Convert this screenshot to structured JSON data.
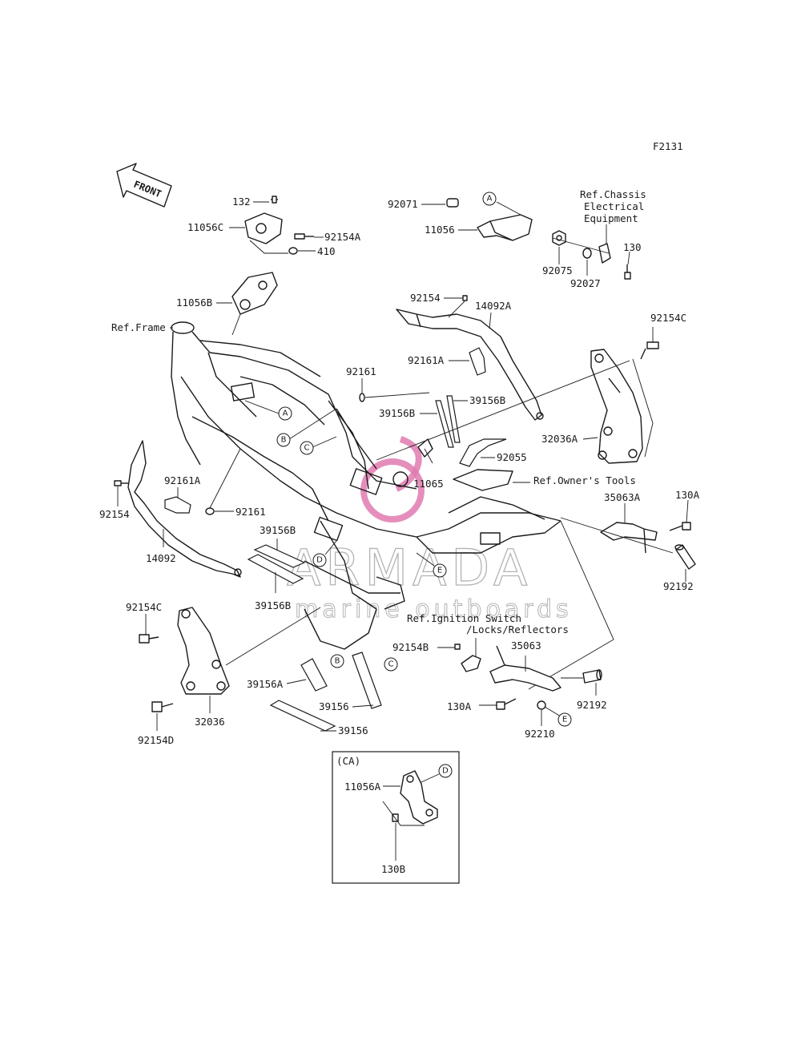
{
  "figure_code": "F2131",
  "front_arrow_label": "FRONT",
  "watermark": {
    "brand": "ARMADA",
    "tagline": "marine outboards",
    "accent_color": "#e07ab0"
  },
  "part_labels": {
    "p_132": "132",
    "p_11056C": "11056C",
    "p_92154A": "92154A",
    "p_410": "410",
    "p_11056B": "11056B",
    "p_92071": "92071",
    "p_11056": "11056",
    "p_92075": "92075",
    "p_92027": "92027",
    "p_130": "130",
    "p_92154_top": "92154",
    "p_14092A": "14092A",
    "p_92154C_right": "92154C",
    "p_92161A_top": "92161A",
    "p_92161_top": "92161",
    "p_39156B_1": "39156B",
    "p_39156B_2": "39156B",
    "p_32036A": "32036A",
    "p_92055": "92055",
    "p_11065": "11065",
    "p_92161A_left": "92161A",
    "p_92154_left": "92154",
    "p_92161_left": "92161",
    "p_39156B_3": "39156B",
    "p_14092": "14092",
    "p_39156B_4": "39156B",
    "p_35063A": "35063A",
    "p_130A_top": "130A",
    "p_92192_top": "92192",
    "p_92154C_left": "92154C",
    "p_92154B": "92154B",
    "p_35063": "35063",
    "p_39156A": "39156A",
    "p_39156_1": "39156",
    "p_130A_bottom": "130A",
    "p_92210": "92210",
    "p_92192_bottom": "92192",
    "p_32036": "32036",
    "p_92154D": "92154D",
    "p_39156_2": "39156",
    "p_11056A": "11056A",
    "p_130B": "130B"
  },
  "references": {
    "ref_frame": "Ref.Frame",
    "ref_chassis_line1": "Ref.Chassis",
    "ref_chassis_line2": "Electrical",
    "ref_chassis_line3": "Equipment",
    "ref_owners_tools": "Ref.Owner's Tools",
    "ref_ignition_line1": "Ref.Ignition Switch",
    "ref_ignition_line2": "/Locks/Reflectors"
  },
  "callouts": {
    "A": "A",
    "B": "B",
    "C": "C",
    "D": "D",
    "E": "E"
  },
  "inset": {
    "title": "(CA)"
  }
}
